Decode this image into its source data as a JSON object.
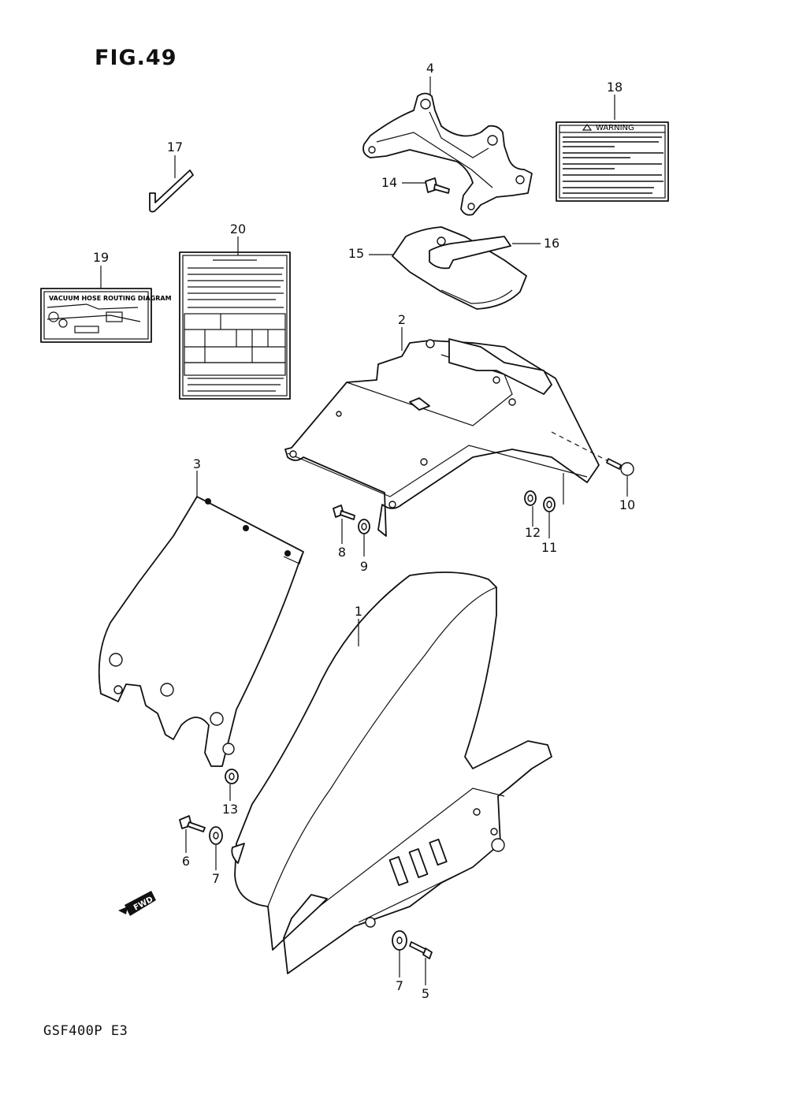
{
  "figure": {
    "title": "FIG.49",
    "model": "GSF400P  E3"
  },
  "callouts": [
    "1",
    "2",
    "3",
    "4",
    "5",
    "6",
    "7",
    "7",
    "8",
    "9",
    "10",
    "11",
    "12",
    "13",
    "14",
    "15",
    "16",
    "17",
    "18",
    "19",
    "20"
  ],
  "labels": {
    "warning_label_heading": "WARNING",
    "vacuum_label_title": "VACUUM HOSE ROUTING DIAGRAM",
    "direction_marker": "FWD"
  }
}
